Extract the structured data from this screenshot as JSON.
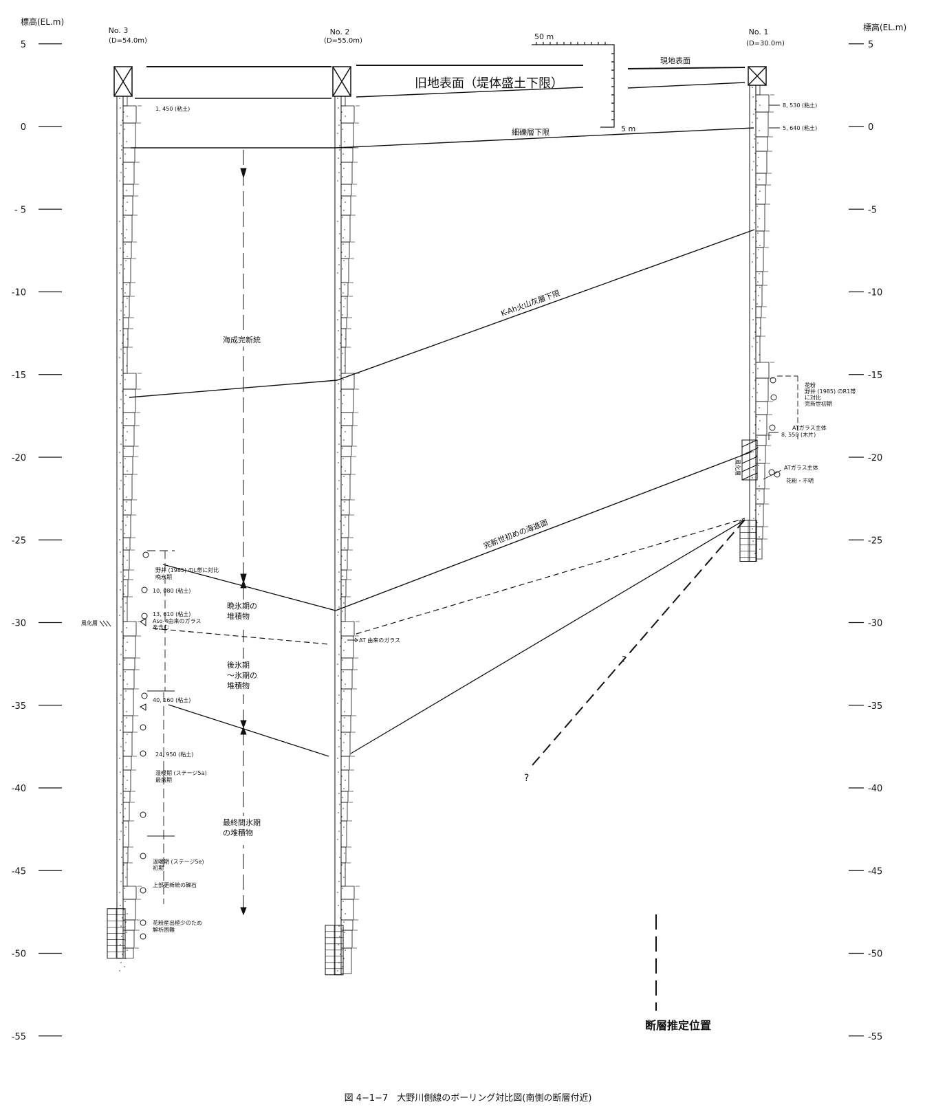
{
  "axis": {
    "title_left": "標高(EL.m)",
    "title_right": "標高(EL.m)",
    "ticks": [
      5,
      0,
      -5,
      -10,
      -15,
      -20,
      -25,
      -30,
      -35,
      -40,
      -45,
      -50,
      -55
    ],
    "tick_labels_left": [
      "5",
      "0",
      "- 5",
      "-10",
      "-15",
      "-20",
      "-25",
      "-30",
      "-35",
      "-40",
      "-45",
      "-50",
      "-55"
    ],
    "tick_labels_right": [
      "5",
      "0",
      "-5",
      "-10",
      "-15",
      "-20",
      "-25",
      "-30",
      "-35",
      "-40",
      "-45",
      "-50",
      "-55"
    ]
  },
  "boreholes": [
    {
      "id": "no3",
      "name": "No. 3",
      "depth": "(D=54.0m)",
      "top_el": 3.7,
      "bottom_el": -50.3
    },
    {
      "id": "no2",
      "name": "No. 2",
      "depth": "(D=55.0m)",
      "top_el": 3.7,
      "bottom_el": -51.3
    },
    {
      "id": "no1",
      "name": "No. 1",
      "depth": "(D=30.0m)",
      "top_el": 3.7,
      "bottom_el": -26.3
    }
  ],
  "scale_bar": {
    "horizontal": "50 m",
    "vertical": "5 m"
  },
  "surface_labels": {
    "current_ground": "現地表面",
    "old_ground": "旧地表面（堤体盛土下限）"
  },
  "horizons": [
    {
      "id": "gravel",
      "label": "細礫層下限"
    },
    {
      "id": "kah",
      "label": "K-Ah火山灰層下限"
    },
    {
      "id": "transgression",
      "label": "完新世初めの海進面"
    }
  ],
  "units": {
    "marine_holocene": "海成完新統",
    "late_glacial": "晩氷期の堆積物",
    "postglacial": [
      "後氷期",
      "～氷期の",
      "堆積物"
    ],
    "last_interglacial": "最終間氷期の堆積物"
  },
  "no3_annotations": {
    "c14_top": "1, 450 (粘土)",
    "pollen_l": "野井 (1985) のL帯に対比 晩氷期",
    "c14_a": "10, 080 (粘土)",
    "c14_b": "13, 610 (粘土)",
    "glass_ah": "Aso-4由来のガラス を含む",
    "c14_c": "40, 160 (粘土)",
    "c14_d": "24, 950 (粘土)",
    "stage5a": "温暖期 (ステージ5a) 最盛期",
    "stage5e": "温暖期 (ステージ5e) 初期",
    "upper_pleistocene": "上部更新統の礫石",
    "pollen_sparse": "花粉産出極少のため 解析困難",
    "weathered": "風化層"
  },
  "no2_annotations": {
    "at_glass": "AT 由来のガラス"
  },
  "no1_annotations": {
    "c14_a": "8, 530 (粘土)",
    "c14_b": "5, 640 (粘土)",
    "pollen_r1": "花粉 野井 (1985) のR1帯 に対比 完新世初期",
    "at_glass_a": "ATガラス主体",
    "c14_wood": "8, 550 (木片)",
    "at_glass_b": "ATガラス主体",
    "pollen_unknown": "花粉・不明",
    "weathered": "風化層"
  },
  "fault": {
    "label": "断層推定位置",
    "question": "?"
  },
  "caption": "図 4−1−7　大野川側線のボーリング対比図(南側の断層付近)"
}
